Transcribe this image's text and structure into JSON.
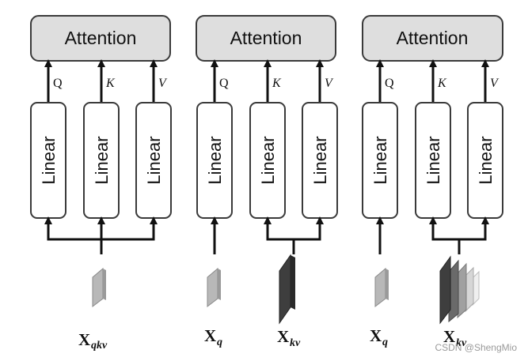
{
  "panels": [
    {
      "attention_label": "Attention",
      "linear_label": "Linear",
      "arrows": [
        {
          "label": "Q",
          "style": "upright"
        },
        {
          "label": "K",
          "style": "italic"
        },
        {
          "label": "V",
          "style": "italic"
        }
      ],
      "inputs": [
        {
          "name": "X",
          "subscript": "qkv",
          "icon": "token-slab-icon"
        }
      ]
    },
    {
      "attention_label": "Attention",
      "linear_label": "Linear",
      "arrows": [
        {
          "label": "Q",
          "style": "upright"
        },
        {
          "label": "K",
          "style": "italic"
        },
        {
          "label": "V",
          "style": "italic"
        }
      ],
      "inputs": [
        {
          "name": "X",
          "subscript": "q",
          "icon": "token-slab-icon"
        },
        {
          "name": "X",
          "subscript": "kv",
          "icon": "feature-map-slab-icon"
        }
      ]
    },
    {
      "attention_label": "Attention",
      "linear_label": "Linear",
      "arrows": [
        {
          "label": "Q",
          "style": "upright"
        },
        {
          "label": "K",
          "style": "italic"
        },
        {
          "label": "V",
          "style": "italic"
        }
      ],
      "inputs": [
        {
          "name": "X",
          "subscript": "q",
          "icon": "token-slab-icon"
        },
        {
          "name": "X",
          "subscript": "kv",
          "icon": "multi-scale-feature-stack-icon"
        }
      ]
    }
  ],
  "colors": {
    "attention_fill": "#dedede",
    "box_stroke": "#3a3a3a",
    "token_slab": "#b5b5b5",
    "feature_map_dark": "#3e3e3e"
  },
  "watermark": "CSDN @ShengMio"
}
